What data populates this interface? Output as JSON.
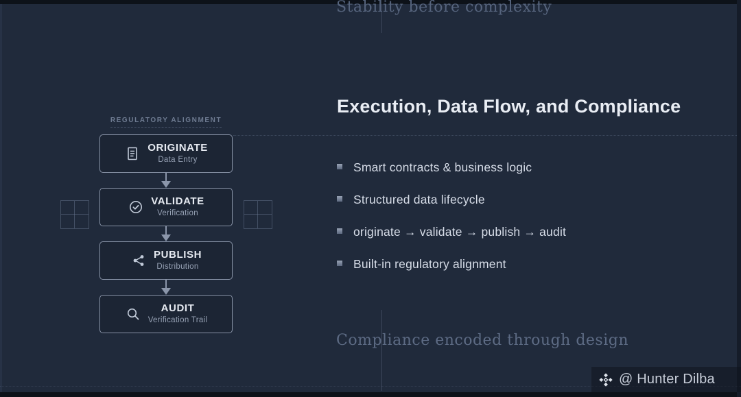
{
  "colors": {
    "background": "#202a3b",
    "frame": "#0d1219",
    "box_border": "#8893a7",
    "box_background": "#1c2534",
    "headline_text": "#e9edf4",
    "body_text": "#d7dde8",
    "muted_text": "#96a1b4",
    "caption_text": "#56647d",
    "ornament": "#707f98"
  },
  "top_caption": "Stability before complexity",
  "headline": "Execution, Data Flow, and Compliance",
  "bullets": [
    "Smart contracts & business logic",
    "Structured data lifecycle",
    "originate → validate → publish → audit",
    "Built-in regulatory alignment"
  ],
  "bottom_caption": "Compliance encoded through design",
  "diagram": {
    "label": "REGULATORY ALIGNMENT",
    "steps": [
      {
        "title": "ORIGINATE",
        "subtitle": "Data Entry",
        "icon": "document-icon"
      },
      {
        "title": "VALIDATE",
        "subtitle": "Verification",
        "icon": "check-circle-icon"
      },
      {
        "title": "PUBLISH",
        "subtitle": "Distribution",
        "icon": "share-icon"
      },
      {
        "title": "AUDIT",
        "subtitle": "Verification Trail",
        "icon": "magnifier-icon"
      }
    ]
  },
  "watermark": {
    "icon": "binance-diamond-icon",
    "handle": "@ Hunter Dilba"
  }
}
